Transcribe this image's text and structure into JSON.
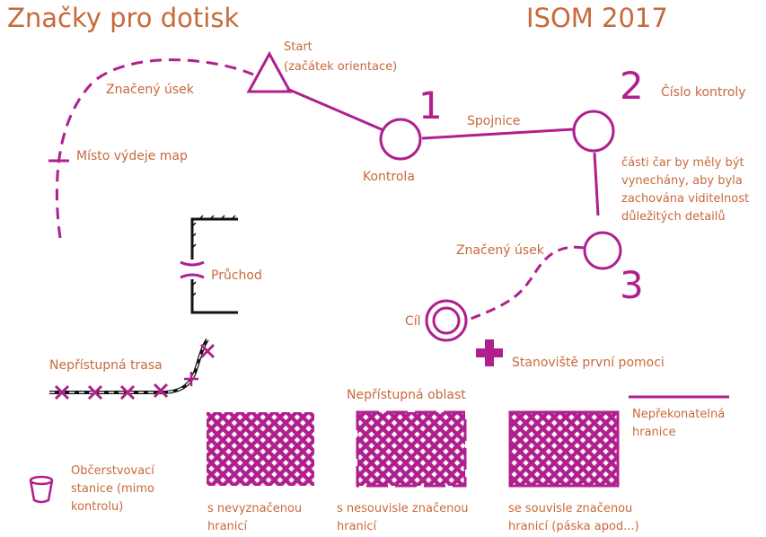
{
  "header": {
    "title": "Značky pro dotisk",
    "standard": "ISOM 2017"
  },
  "colors": {
    "label": "#c8693a",
    "symbol": "#b01f8e",
    "black": "#111111"
  },
  "labels": {
    "start": "Start",
    "start_sub": "(začátek orientace)",
    "marked_route_top": "Značený úsek",
    "map_issue_point": "Místo výdeje map",
    "control_number_1": "1",
    "control": "Kontrola",
    "connecting_line": "Spojnice",
    "control_number_2": "2",
    "control_number_caption": "Číslo kontroly",
    "line_gap_note": [
      "části čar by měly být",
      "vynechány, aby byla",
      "zachována viditelnost",
      "důležitých detailů"
    ],
    "control_number_3": "3",
    "marked_route_bottom": "Značený úsek",
    "crossing_point": "Průchod",
    "finish": "Cíl",
    "first_aid": "Stanoviště první pomoci",
    "out_of_bounds_route": "Nepřístupná trasa",
    "out_of_bounds_area": "Nepřístupná oblast",
    "uncrossable_boundary": [
      "Nepřekonatelná",
      "hranice"
    ],
    "refreshment": [
      "Občerstvovací",
      "stanice (mimo",
      "kontrolu)"
    ],
    "area_no_boundary": [
      "s nevyznačenou",
      "hranicí"
    ],
    "area_broken_boundary": [
      "s nesouvisle značenou",
      "hranicí"
    ],
    "area_full_boundary": [
      "se souvisle značenou",
      "hranicí (páska apod...)"
    ]
  }
}
